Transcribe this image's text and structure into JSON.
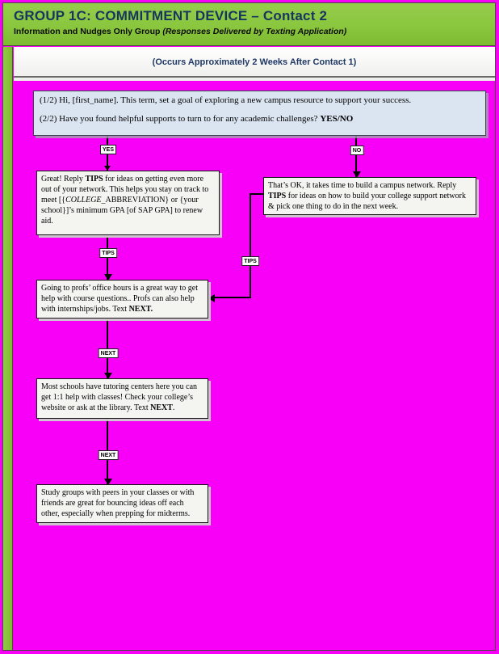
{
  "header": {
    "title": "GROUP 1C: COMMITMENT DEVICE – Contact 2",
    "subtitle": "Information and Nudges Only Group ",
    "subtitle_italic": "(Responses Delivered by Texting Application)"
  },
  "banner": {
    "text": "(Occurs Approximately 2 Weeks After Contact 1)"
  },
  "colors": {
    "header_green": "#8ac63e",
    "canvas_magenta": "#f800f8",
    "title_navy": "#17365d",
    "banner_text_navy": "#1f3864",
    "intro_box_blue": "#dbe5f1"
  },
  "flowchart": {
    "intro": {
      "message1": "(1/2) Hi, [first_name]. This term, set a goal of exploring a new campus resource to support your success.",
      "message2": "(2/2) Have you found helpful supports to turn to for any academic challenges? ",
      "message2_bold": "YES/NO"
    },
    "connector_labels": {
      "yes": "YES",
      "no": "NO",
      "tips": "TIPS",
      "next": "NEXT"
    },
    "yes_box": {
      "seg1": "Great! Reply ",
      "seg2_bold": "TIPS",
      "seg3": " for ideas on getting even more out of your network. This helps you stay on track to meet [{",
      "seg4_italic": "COLLEGE",
      "seg5": "_ABBREVIATION} or {your school}]’s minimum GPA [of SAP GPA] to renew aid."
    },
    "no_box": {
      "seg1": "That’s OK, it takes time to build a campus network. Reply ",
      "seg2_bold": "TIPS",
      "seg3": " for ideas on how to build your college support network & pick one thing to do in the next week."
    },
    "tip1_box": {
      "seg1": "Going to profs’ office hours is a great way to get help with course questions.. Profs can also help with internships/jobs. Text ",
      "seg2_bold": "NEXT."
    },
    "tip2_box": {
      "seg1": "Most schools have tutoring centers here you can get 1:1 help with classes! Check your college’s website or ask at the library. Text ",
      "seg2_bold": "NEXT",
      "seg3": "."
    },
    "tip3_box": {
      "text": "Study groups with peers in your classes or with friends are great for bouncing ideas off each other, especially when prepping for midterms."
    }
  }
}
